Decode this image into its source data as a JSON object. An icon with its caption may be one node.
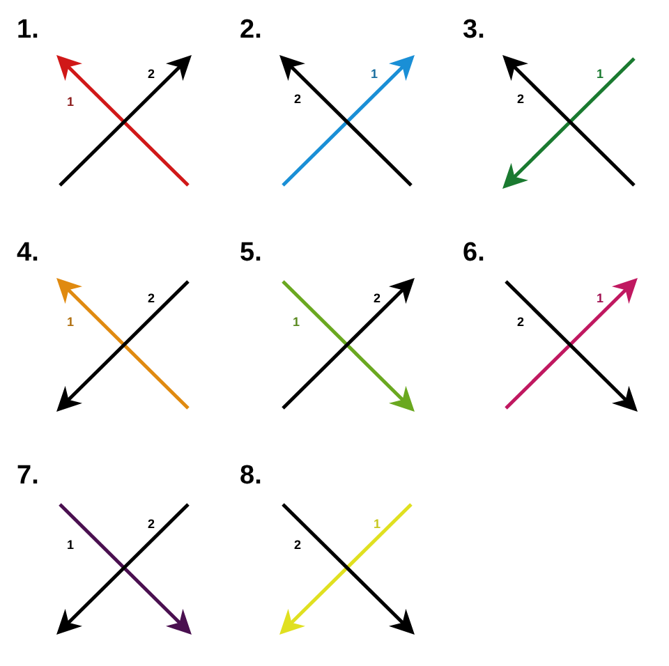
{
  "diagram": {
    "labels": [
      "1.",
      "1",
      "2",
      "2.",
      "1",
      "2",
      "3.",
      "1",
      "2",
      "4.",
      "1",
      "2",
      "5.",
      "1",
      "2",
      "6.",
      "1",
      "2",
      "7.",
      "1",
      "2",
      "8.",
      "1",
      "2"
    ]
  }
}
